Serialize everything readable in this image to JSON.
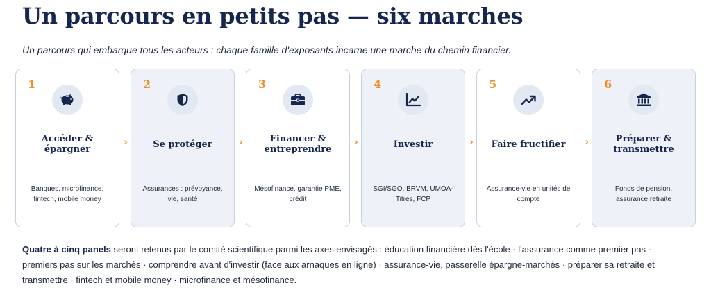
{
  "header": {
    "title": "Un parcours en petits pas — six marches",
    "subtitle": "Un parcours qui embarque tous les acteurs : chaque famille d'exposants incarne une marche du chemin financier."
  },
  "colors": {
    "accent": "#f28c28",
    "navy": "#16264f",
    "shaded_card": "#eef2f8",
    "icon_bg": "#e2e9f3"
  },
  "steps": [
    {
      "number": "1",
      "label": "Accéder & épargner",
      "description": "Banques, microfinance, fintech, mobile money",
      "icon": "piggy-bank-icon",
      "shaded": false
    },
    {
      "number": "2",
      "label": "Se protéger",
      "description": "Assurances : prévoyance, vie, santé",
      "icon": "shield-icon",
      "shaded": true
    },
    {
      "number": "3",
      "label": "Financer & entreprendre",
      "description": "Mésofinance, garantie PME, crédit",
      "icon": "briefcase-icon",
      "shaded": false
    },
    {
      "number": "4",
      "label": "Investir",
      "description": "SGI/SGO, BRVM, UMOA-Titres, FCP",
      "icon": "line-chart-icon",
      "shaded": true
    },
    {
      "number": "5",
      "label": "Faire fructifier",
      "description": "Assurance-vie en unités de compte",
      "icon": "trending-up-icon",
      "shaded": false
    },
    {
      "number": "6",
      "label": "Préparer & transmettre",
      "description": "Fonds de pension, assurance retraite",
      "icon": "bank-icon",
      "shaded": true
    }
  ],
  "separator": "›",
  "footer": {
    "bold": "Quatre à cinq panels",
    "text": " seront retenus par le comité scientifique parmi les axes envisagés : éducation financière dès l'école · l'assurance comme premier pas · premiers pas sur les marchés · comprendre avant d'investir (face aux arnaques en ligne) · assurance-vie, passerelle épargne-marchés · préparer sa retraite et transmettre · fintech et mobile money · microfinance et mésofinance."
  }
}
